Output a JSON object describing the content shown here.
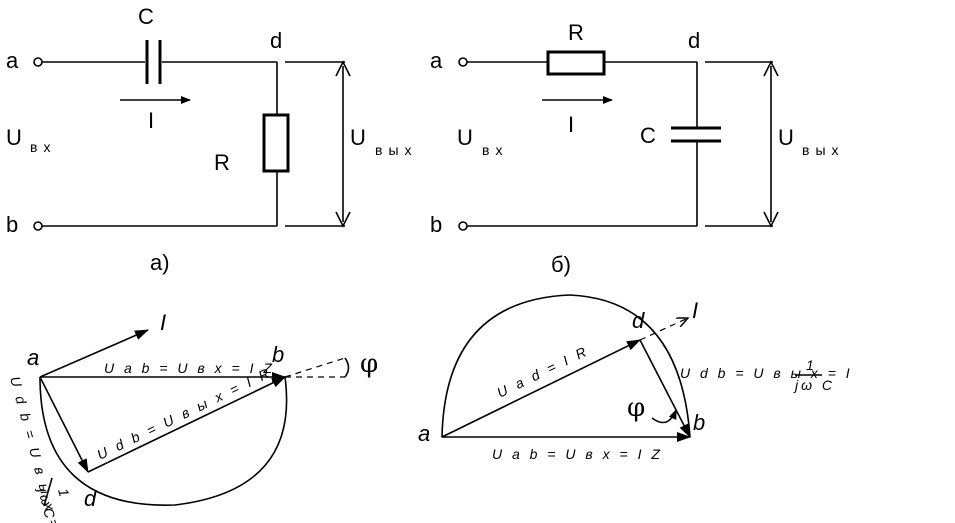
{
  "circuit_a": {
    "node_a": "a",
    "node_b": "b",
    "node_d": "d",
    "cap_label": "C",
    "res_label": "R",
    "current_label": "I",
    "uin_main": "U",
    "uin_sub": "вх",
    "uout_main": "U",
    "uout_sub": "вых",
    "caption": "а)"
  },
  "circuit_b": {
    "node_a": "a",
    "node_b": "b",
    "node_d": "d",
    "res_label": "R",
    "cap_label": "C",
    "current_label": "I",
    "uin_main": "U",
    "uin_sub": "вх",
    "uout_main": "U",
    "uout_sub": "вых",
    "caption": "б)"
  },
  "vector_a": {
    "point_a": "a",
    "point_b": "b",
    "point_d": "d",
    "current_label": "I",
    "uab_label": "U a b = U в х = I Z",
    "udb_label": "U d b = U в ы х = I R",
    "uad_label": "U d b = U в ы х = I",
    "frac_num": "1",
    "frac_den": "jωC",
    "phi": "φ"
  },
  "vector_b": {
    "point_a": "a",
    "point_b": "b",
    "point_d": "d",
    "current_label": "I",
    "uad_label": "U a d = I R",
    "uab_label": "U a b = U в х = I Z",
    "udb_label": "U d b = U в ы х = I",
    "frac_num": "1",
    "frac_den": "jω C",
    "phi": "φ"
  }
}
